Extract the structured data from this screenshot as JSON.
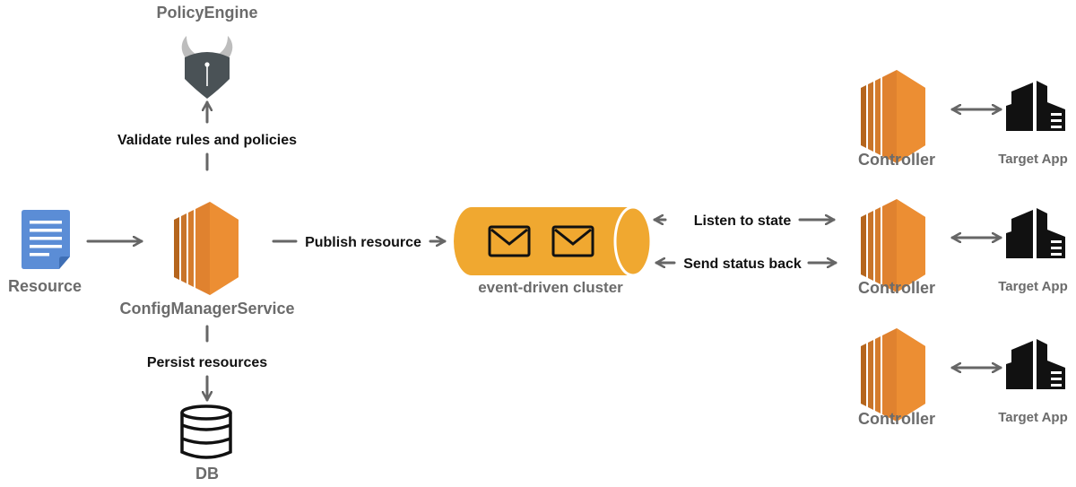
{
  "colors": {
    "server_light": "#f0a33a",
    "server_dark": "#b5651d",
    "server_mid": "#e0822f",
    "cylinder": "#f0a830",
    "cylinder_rim": "#ffffff",
    "doc_blue": "#5b8dd6",
    "policy_dark": "#4a5256",
    "policy_horn": "#bdbdbd",
    "label_gray": "#6b6b6b",
    "edge_gray": "#666666",
    "text_dark": "#111111"
  },
  "nodes": {
    "policy_engine": {
      "label": "PolicyEngine",
      "icon": "policy-engine-icon"
    },
    "resource": {
      "label": "Resource",
      "icon": "document-icon"
    },
    "config_manager": {
      "label": "ConfigManagerService",
      "icon": "server-icon"
    },
    "db": {
      "label": "DB",
      "icon": "database-icon"
    },
    "cluster": {
      "label": "event-driven cluster",
      "icon": "message-queue-icon"
    },
    "controllers": [
      {
        "label": "Controller",
        "icon": "server-icon"
      },
      {
        "label": "Controller",
        "icon": "server-icon"
      },
      {
        "label": "Controller",
        "icon": "server-icon"
      }
    ],
    "target_apps": [
      {
        "label": "Target App",
        "icon": "building-icon"
      },
      {
        "label": "Target App",
        "icon": "building-icon"
      },
      {
        "label": "Target App",
        "icon": "building-icon"
      }
    ]
  },
  "edges": {
    "validate": "Validate rules and policies",
    "persist": "Persist resources",
    "publish": "Publish  resource",
    "listen": "Listen to state",
    "send_status": "Send status back"
  }
}
